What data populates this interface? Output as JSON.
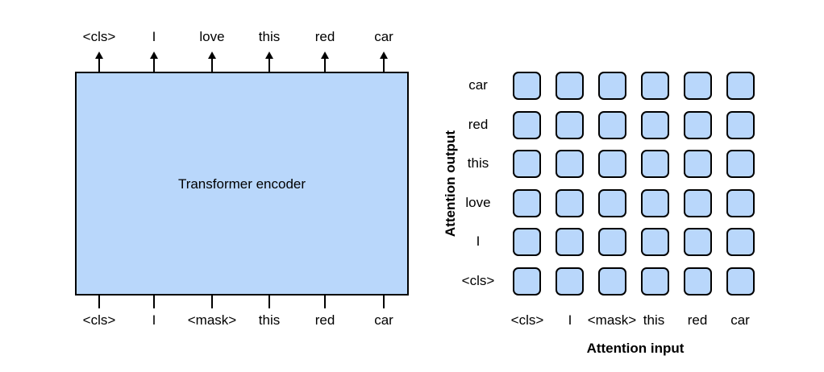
{
  "encoder": {
    "label": "Transformer encoder",
    "fill_color": "#b9d7fb",
    "output_tokens": [
      "<cls>",
      "I",
      "love",
      "this",
      "red",
      "car"
    ],
    "input_tokens": [
      "<cls>",
      "I",
      "<mask>",
      "this",
      "red",
      "car"
    ]
  },
  "attention_grid": {
    "x_axis_label": "Attention input",
    "y_axis_label": "Attention output",
    "input_tokens": [
      "<cls>",
      "I",
      "<mask>",
      "this",
      "red",
      "car"
    ],
    "output_tokens_top_to_bottom": [
      "car",
      "red",
      "this",
      "love",
      "I",
      "<cls>"
    ],
    "cell_color": "#b9d7fb",
    "rows": 6,
    "cols": 6
  }
}
